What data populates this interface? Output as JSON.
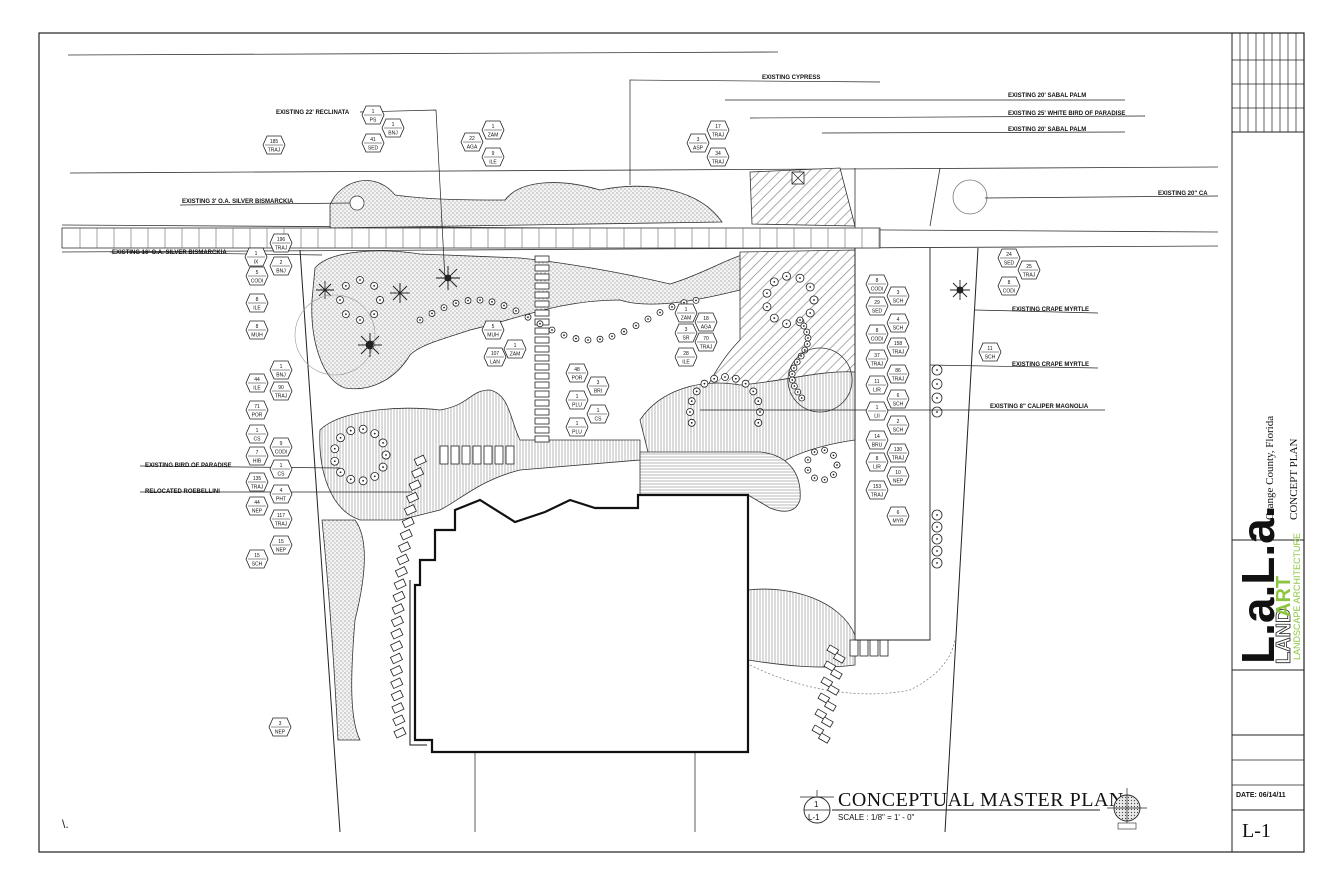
{
  "drawing": {
    "title": "CONCEPTUAL MASTER PLAN",
    "scale": "SCALE : 1/8\" = 1' - 0\"",
    "detail_number": "1",
    "detail_sheet": "L-1",
    "stray_mark": "\\."
  },
  "title_block": {
    "location": "Orange County, Florida",
    "sheet_title": "CONCEPT PLAN",
    "date": "DATE: 06/14/11",
    "sheet_number": "L-1",
    "logo": {
      "lala": "L.a.L.a.",
      "land": "LAND",
      "art": "ART",
      "subtitle": "LANDSCAPE ARCHITECTURE",
      "accent_color": "#8cc63f"
    }
  },
  "callouts": [
    {
      "text": "EXISTING CYPRESS"
    },
    {
      "text": "EXISTING 20' SABAL PALM"
    },
    {
      "text": "EXISTING 25' WHITE BIRD OF PARADISE"
    },
    {
      "text": "EXISTING 20' SABAL PALM"
    },
    {
      "text": "EXISTING 20\" CA"
    },
    {
      "text": "EXISTING 22' RECLINATA"
    },
    {
      "text": "EXISTING 3' O.A. SILVER BISMARCKIA"
    },
    {
      "text": "EXISTING 16' O.A. SILVER BISMARCKIA"
    },
    {
      "text": "EXISTING CRAPE MYRTLE"
    },
    {
      "text": "EXISTING CRAPE MYRTLE"
    },
    {
      "text": "EXISTING 8\" CALIPER MAGNOLIA"
    },
    {
      "text": "EXISTING BIRD OF PARADISE"
    },
    {
      "text": "RELOCATED ROEBELLINI"
    }
  ],
  "plant_tags": [
    {
      "qty": "1",
      "code": "PS"
    },
    {
      "qty": "1",
      "code": "BNJ"
    },
    {
      "qty": "41",
      "code": "SED"
    },
    {
      "qty": "185",
      "code": "TRAJ"
    },
    {
      "qty": "22",
      "code": "AGA"
    },
    {
      "qty": "1",
      "code": "ZAM"
    },
    {
      "qty": "9",
      "code": "ILE"
    },
    {
      "qty": "3",
      "code": "ASP"
    },
    {
      "qty": "17",
      "code": "TRAJ"
    },
    {
      "qty": "34",
      "code": "TRAJ"
    },
    {
      "qty": "1",
      "code": "IX"
    },
    {
      "qty": "196",
      "code": "TRAJ"
    },
    {
      "qty": "2",
      "code": "BNJ"
    },
    {
      "qty": "5",
      "code": "CODI"
    },
    {
      "qty": "8",
      "code": "ILE"
    },
    {
      "qty": "8",
      "code": "MUH"
    },
    {
      "qty": "5",
      "code": "MUH"
    },
    {
      "qty": "107",
      "code": "LAN"
    },
    {
      "qty": "1",
      "code": "ZAM"
    },
    {
      "qty": "1",
      "code": "BNJ"
    },
    {
      "qty": "44",
      "code": "ILE"
    },
    {
      "qty": "90",
      "code": "TRAJ"
    },
    {
      "qty": "71",
      "code": "POR"
    },
    {
      "qty": "1",
      "code": "ZAM"
    },
    {
      "qty": "18",
      "code": "AGA"
    },
    {
      "qty": "3",
      "code": "SR"
    },
    {
      "qty": "70",
      "code": "TRAJ"
    },
    {
      "qty": "28",
      "code": "ILE"
    },
    {
      "qty": "8",
      "code": "CODI"
    },
    {
      "qty": "3",
      "code": "SCH"
    },
    {
      "qty": "29",
      "code": "SED"
    },
    {
      "qty": "4",
      "code": "SCH"
    },
    {
      "qty": "8",
      "code": "CODI"
    },
    {
      "qty": "158",
      "code": "TRAJ"
    },
    {
      "qty": "37",
      "code": "TRAJ"
    },
    {
      "qty": "86",
      "code": "TRAJ"
    },
    {
      "qty": "11",
      "code": "LIR"
    },
    {
      "qty": "6",
      "code": "SCH"
    },
    {
      "qty": "24",
      "code": "SED"
    },
    {
      "qty": "25",
      "code": "TRAJ"
    },
    {
      "qty": "8",
      "code": "CODI"
    },
    {
      "qty": "11",
      "code": "SCH"
    },
    {
      "qty": "48",
      "code": "POR"
    },
    {
      "qty": "3",
      "code": "BRI"
    },
    {
      "qty": "1",
      "code": "PLU"
    },
    {
      "qty": "1",
      "code": "CS"
    },
    {
      "qty": "1",
      "code": "PLU"
    },
    {
      "qty": "1",
      "code": "LII"
    },
    {
      "qty": "2",
      "code": "SCH"
    },
    {
      "qty": "14",
      "code": "BRU"
    },
    {
      "qty": "130",
      "code": "TRAJ"
    },
    {
      "qty": "8",
      "code": "LIR"
    },
    {
      "qty": "10",
      "code": "NEP"
    },
    {
      "qty": "153",
      "code": "TRAJ"
    },
    {
      "qty": "1",
      "code": "CS"
    },
    {
      "qty": "9",
      "code": "CODI"
    },
    {
      "qty": "7",
      "code": "HIB"
    },
    {
      "qty": "1",
      "code": "CS"
    },
    {
      "qty": "135",
      "code": "TRAJ"
    },
    {
      "qty": "4",
      "code": "PHT"
    },
    {
      "qty": "44",
      "code": "NEP"
    },
    {
      "qty": "117",
      "code": "TRAJ"
    },
    {
      "qty": "15",
      "code": "NEP"
    },
    {
      "qty": "15",
      "code": "SCH"
    },
    {
      "qty": "6",
      "code": "MYR"
    },
    {
      "qty": "3",
      "code": "NEP"
    }
  ]
}
